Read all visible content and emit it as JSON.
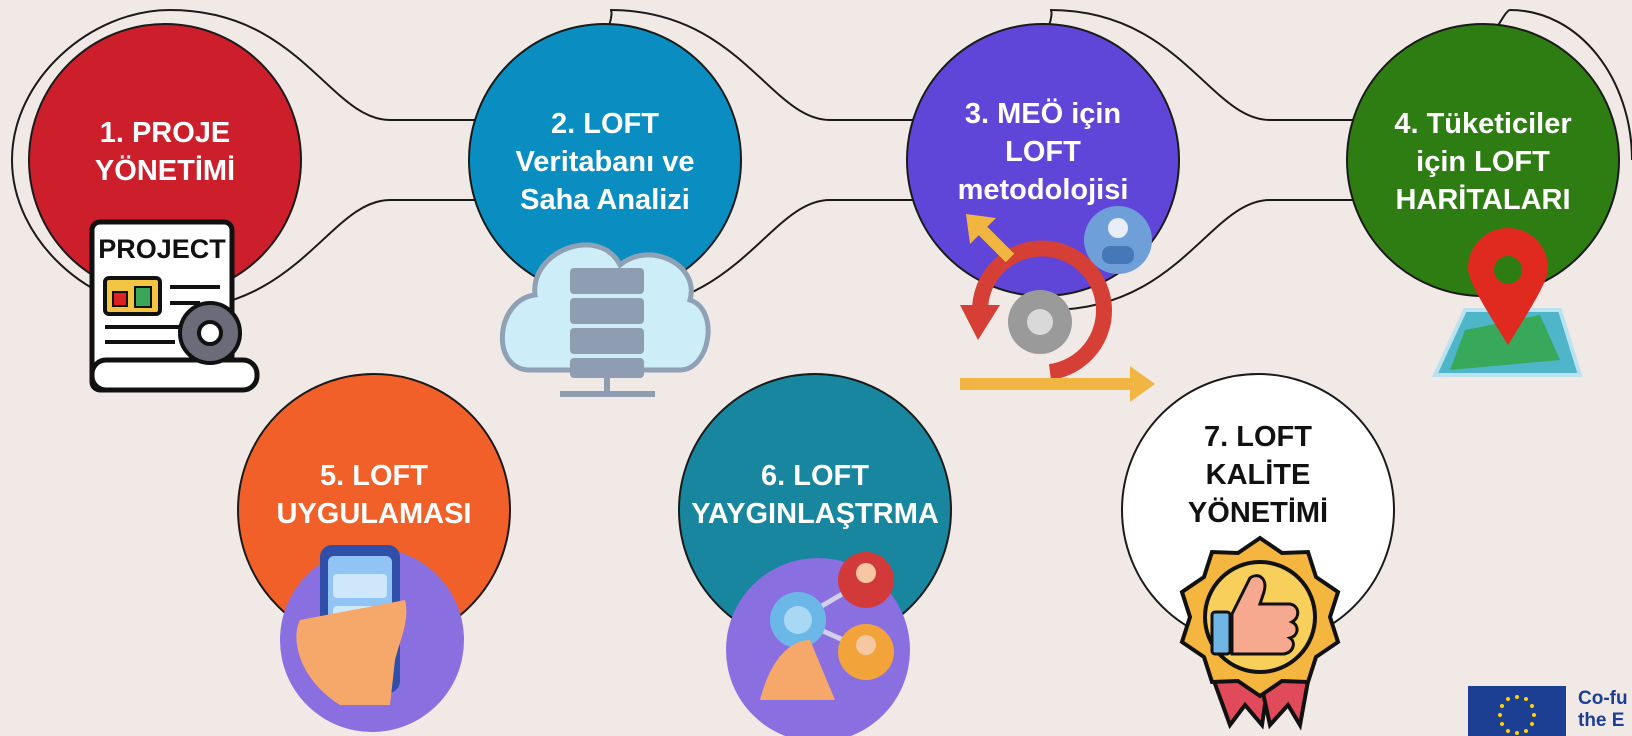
{
  "steps": [
    {
      "title": "1. PROJE\nYÖNETİMİ",
      "color": "#cc1f2b"
    },
    {
      "title": "2. LOFT\nVeritabanı ve\nSaha Analizi",
      "color": "#0a8dc0"
    },
    {
      "title": "3. MEÖ için\nLOFT\nmetodolojisi",
      "color": "#5f46d9"
    },
    {
      "title": "4. Tüketiciler\niçin LOFT\nHARİTALARI",
      "color": "#2e7d12"
    },
    {
      "title": "5. LOFT\nUYGULAMASI",
      "color": "#f2602a"
    },
    {
      "title": "6. LOFT\nYAYGINLAŞTRMA",
      "color": "#17869e"
    },
    {
      "title": "7. LOFT\nKALİTE\nYÖNETİMİ",
      "color": "#ffffff"
    }
  ],
  "icons": {
    "project_doc_text": "PROJECT",
    "step1": "project-document-gear-icon",
    "step2": "cloud-database-server-icon",
    "step3": "methodology-cycle-gear-icon",
    "step4": "map-pin-icon",
    "step5": "smartphone-in-hand-icon",
    "step6": "network-people-touch-icon",
    "step7": "quality-badge-thumbs-up-icon"
  },
  "footer": {
    "eu_text": "Co-fu\nthe E"
  }
}
